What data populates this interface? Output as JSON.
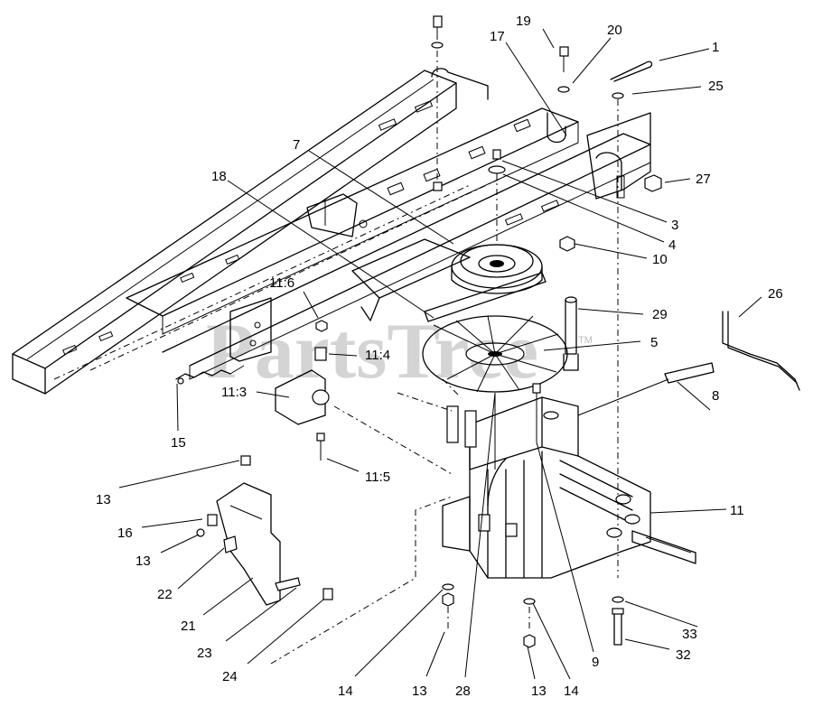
{
  "watermark": {
    "text": "PartsTree",
    "trademark": "TM"
  },
  "callouts": [
    {
      "label": "1"
    },
    {
      "label": "19"
    },
    {
      "label": "20"
    },
    {
      "label": "17"
    },
    {
      "label": "25"
    },
    {
      "label": "7"
    },
    {
      "label": "18"
    },
    {
      "label": "27"
    },
    {
      "label": "3"
    },
    {
      "label": "4"
    },
    {
      "label": "10"
    },
    {
      "label": "26"
    },
    {
      "label": "11:6"
    },
    {
      "label": "29"
    },
    {
      "label": "11:4"
    },
    {
      "label": "5"
    },
    {
      "label": "11:3"
    },
    {
      "label": "8"
    },
    {
      "label": "15"
    },
    {
      "label": "11:5"
    },
    {
      "label": "13"
    },
    {
      "label": "11"
    },
    {
      "label": "16"
    },
    {
      "label": "13"
    },
    {
      "label": "22"
    },
    {
      "label": "21"
    },
    {
      "label": "33"
    },
    {
      "label": "23"
    },
    {
      "label": "32"
    },
    {
      "label": "9"
    },
    {
      "label": "24"
    },
    {
      "label": "14"
    },
    {
      "label": "13"
    },
    {
      "label": "28"
    },
    {
      "label": "13"
    },
    {
      "label": "14"
    }
  ]
}
